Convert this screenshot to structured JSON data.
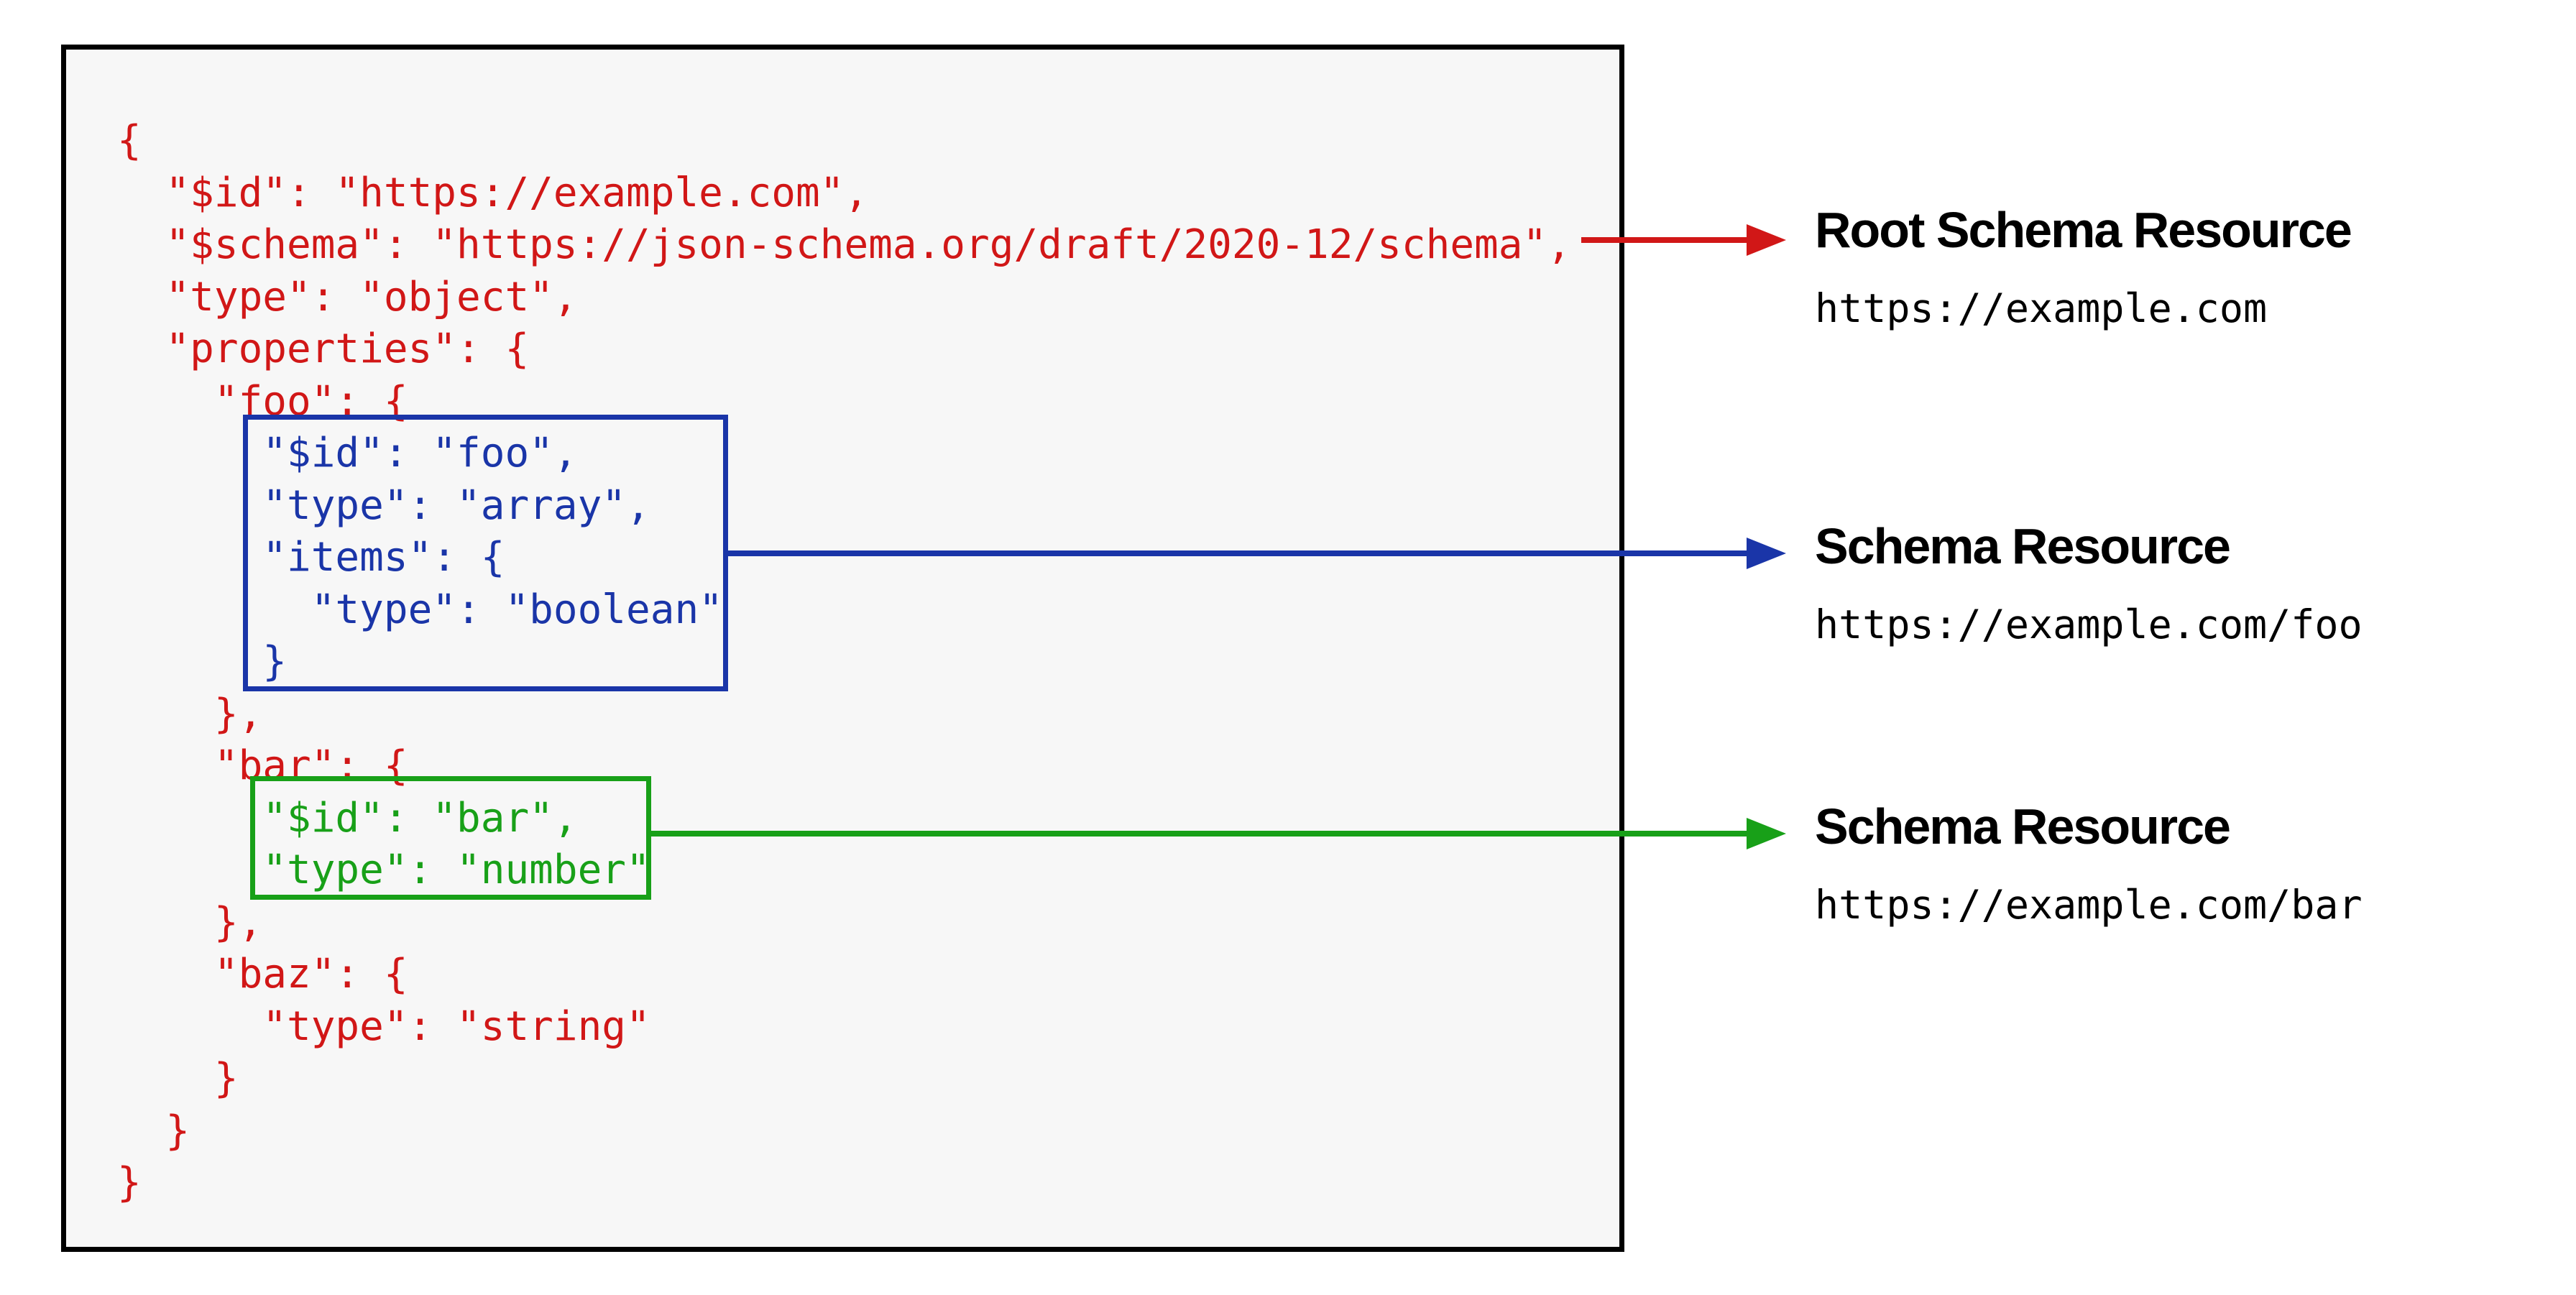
{
  "diagram": {
    "description_colors": {
      "red": "#d11717",
      "blue": "#1a35a8",
      "green": "#18a018",
      "label_text": "#000000",
      "panel_background": "#f7f7f7",
      "panel_border": "#000000"
    }
  },
  "code": {
    "lines": [
      {
        "text": "{",
        "color": "red"
      },
      {
        "text": "  \"$id\": \"https://example.com\",",
        "color": "red"
      },
      {
        "text": "  \"$schema\": \"https://json-schema.org/draft/2020-12/schema\",",
        "color": "red"
      },
      {
        "text": "  \"type\": \"object\",",
        "color": "red"
      },
      {
        "text": "  \"properties\": {",
        "color": "red"
      },
      {
        "text": "    \"foo\": {",
        "color": "red"
      },
      {
        "text": "      \"$id\": \"foo\",",
        "color": "blue"
      },
      {
        "text": "      \"type\": \"array\",",
        "color": "blue"
      },
      {
        "text": "      \"items\": {",
        "color": "blue"
      },
      {
        "text": "        \"type\": \"boolean\"",
        "color": "blue"
      },
      {
        "text": "      }",
        "color": "blue"
      },
      {
        "text": "    },",
        "color": "red"
      },
      {
        "text": "    \"bar\": {",
        "color": "red"
      },
      {
        "text": "      \"$id\": \"bar\",",
        "color": "green"
      },
      {
        "text": "      \"type\": \"number\"",
        "color": "green"
      },
      {
        "text": "    },",
        "color": "red"
      },
      {
        "text": "    \"baz\": {",
        "color": "red"
      },
      {
        "text": "      \"type\": \"string\"",
        "color": "red"
      },
      {
        "text": "    }",
        "color": "red"
      },
      {
        "text": "  }",
        "color": "red"
      },
      {
        "text": "}",
        "color": "red"
      }
    ]
  },
  "highlights": [
    {
      "name": "foo-schema",
      "color": "blue"
    },
    {
      "name": "bar-schema",
      "color": "green"
    }
  ],
  "callouts": [
    {
      "title": "Root Schema Resource",
      "url": "https://example.com",
      "arrow_color": "red"
    },
    {
      "title": "Schema Resource",
      "url": "https://example.com/foo",
      "arrow_color": "blue"
    },
    {
      "title": "Schema Resource",
      "url": "https://example.com/bar",
      "arrow_color": "green"
    }
  ]
}
